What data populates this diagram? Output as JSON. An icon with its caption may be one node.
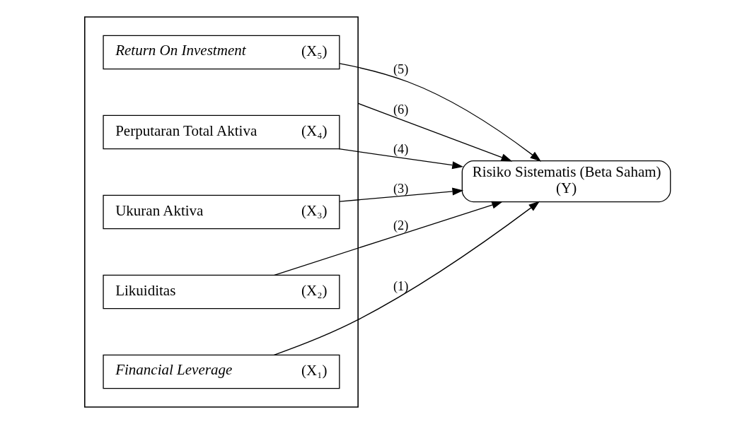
{
  "diagram": {
    "nodes": [
      {
        "text": [],
        "shape": "box"
      },
      {
        "text": [
          "*Financial Leverage*",
          "(X₁)"
        ],
        "in": 0
      },
      {
        "text": [
          "Likuiditas",
          "(X₂)"
        ],
        "in": 0
      },
      {
        "text": [
          "Ukuran Aktiva",
          "(X₃)"
        ],
        "in": 0
      },
      {
        "text": [
          "Perputaran Total Aktiva",
          "(X₄)"
        ],
        "in": 0
      },
      {
        "text": [
          "*Return On Investment*",
          "(X₅)"
        ],
        "in": 0
      },
      {
        "text": [
          "Risiko Sistematis (Beta Saham)",
          "(Y)"
        ]
      }
    ],
    "edges": [
      {
        "from": 1,
        "to": 6,
        "arrow": "to",
        "label": "(1)"
      },
      {
        "from": 2,
        "to": 6,
        "arrow": "to",
        "label": "(2)"
      },
      {
        "from": 3,
        "to": 6,
        "arrow": "to",
        "label": "(3)"
      },
      {
        "from": 4,
        "to": 6,
        "arrow": "to",
        "label": "(4)"
      },
      {
        "from": 5,
        "to": 6,
        "arrow": "to",
        "label": "(5)"
      },
      {
        "from": 0,
        "to": 6,
        "arrow": "to",
        "label": "(6)"
      }
    ]
  }
}
